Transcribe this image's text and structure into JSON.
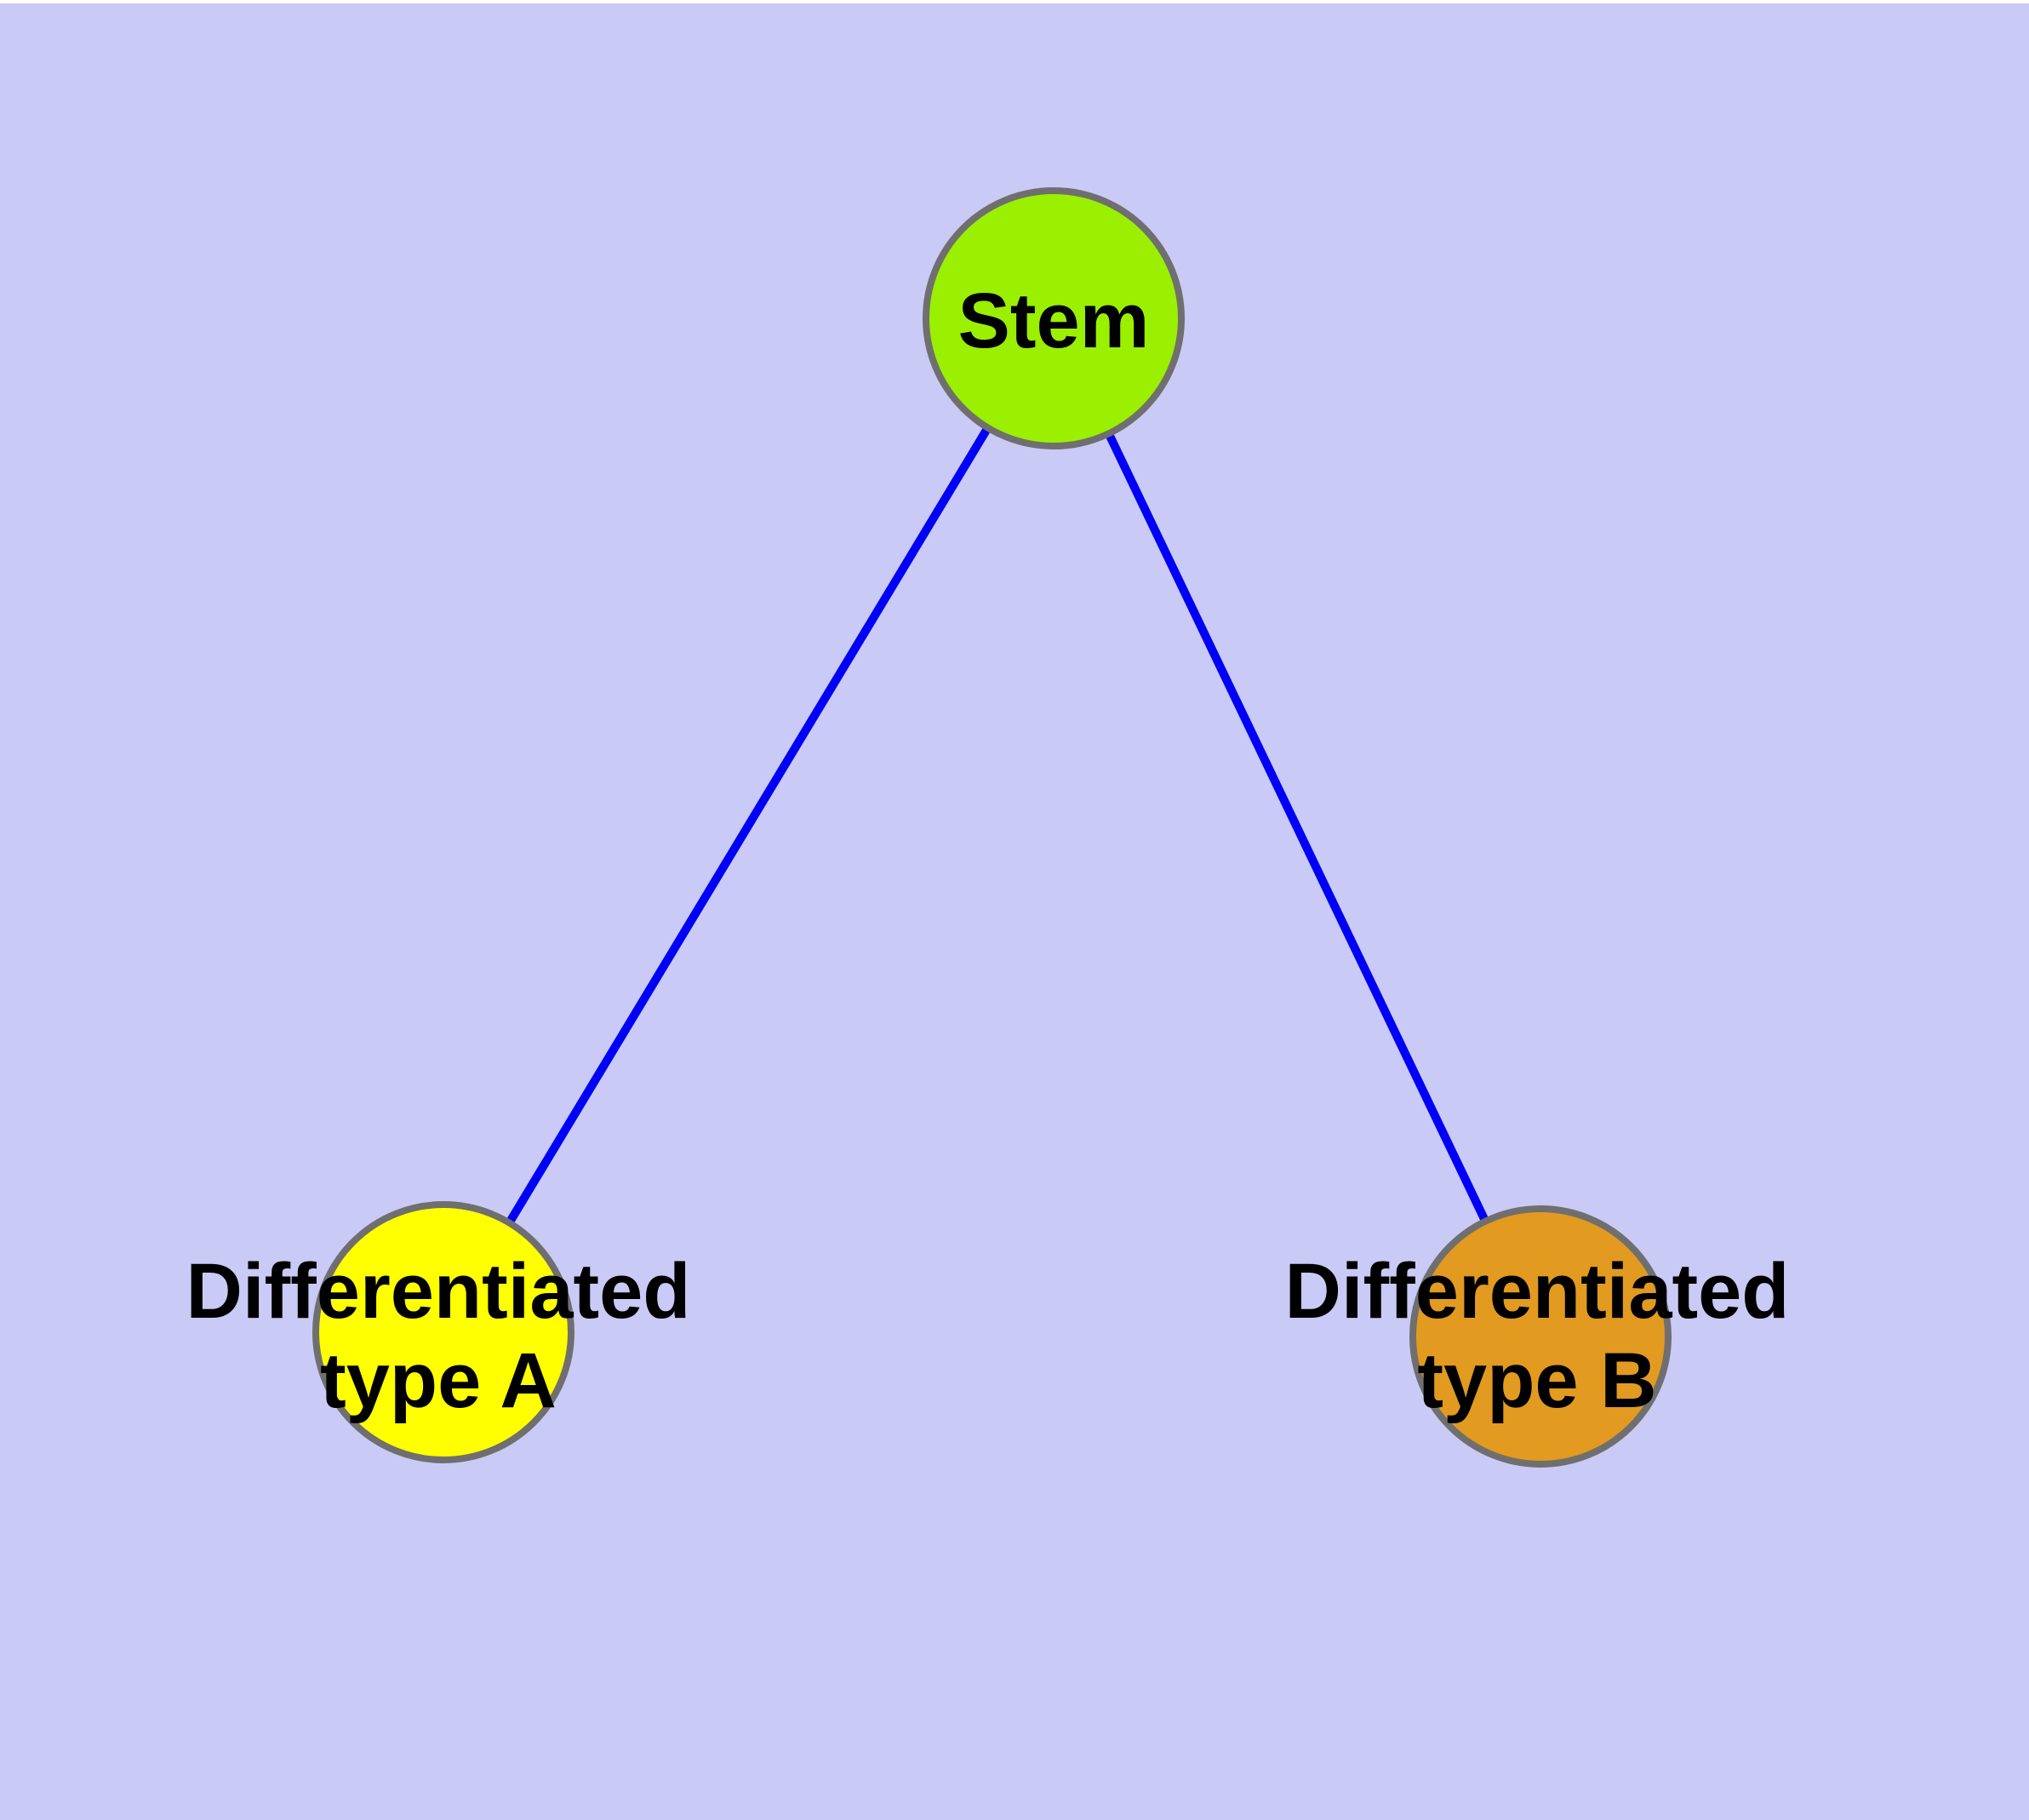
{
  "canvas": {
    "background": "#cacaf7",
    "top_edge_color": "#ffffff"
  },
  "graph": {
    "title": "",
    "text_color": "#000000",
    "node_border_color": "#6f6f6f",
    "node_border_width": 8,
    "edge_width": 10,
    "edge_color": "#0000f8",
    "nodes": [
      {
        "id": "stem",
        "label": "Stem",
        "fill": "#9af000"
      },
      {
        "id": "differentiated-type-a",
        "label_line1": "Differentiated",
        "label_line2": "type A",
        "fill": "#ffff00"
      },
      {
        "id": "differentiated-type-b",
        "label_line1": "Differentiated",
        "label_line2": "type B",
        "fill": "#e29a20"
      }
    ],
    "edges": [
      {
        "from": "stem",
        "to": "differentiated-type-a"
      },
      {
        "from": "stem",
        "to": "differentiated-type-b"
      }
    ]
  }
}
